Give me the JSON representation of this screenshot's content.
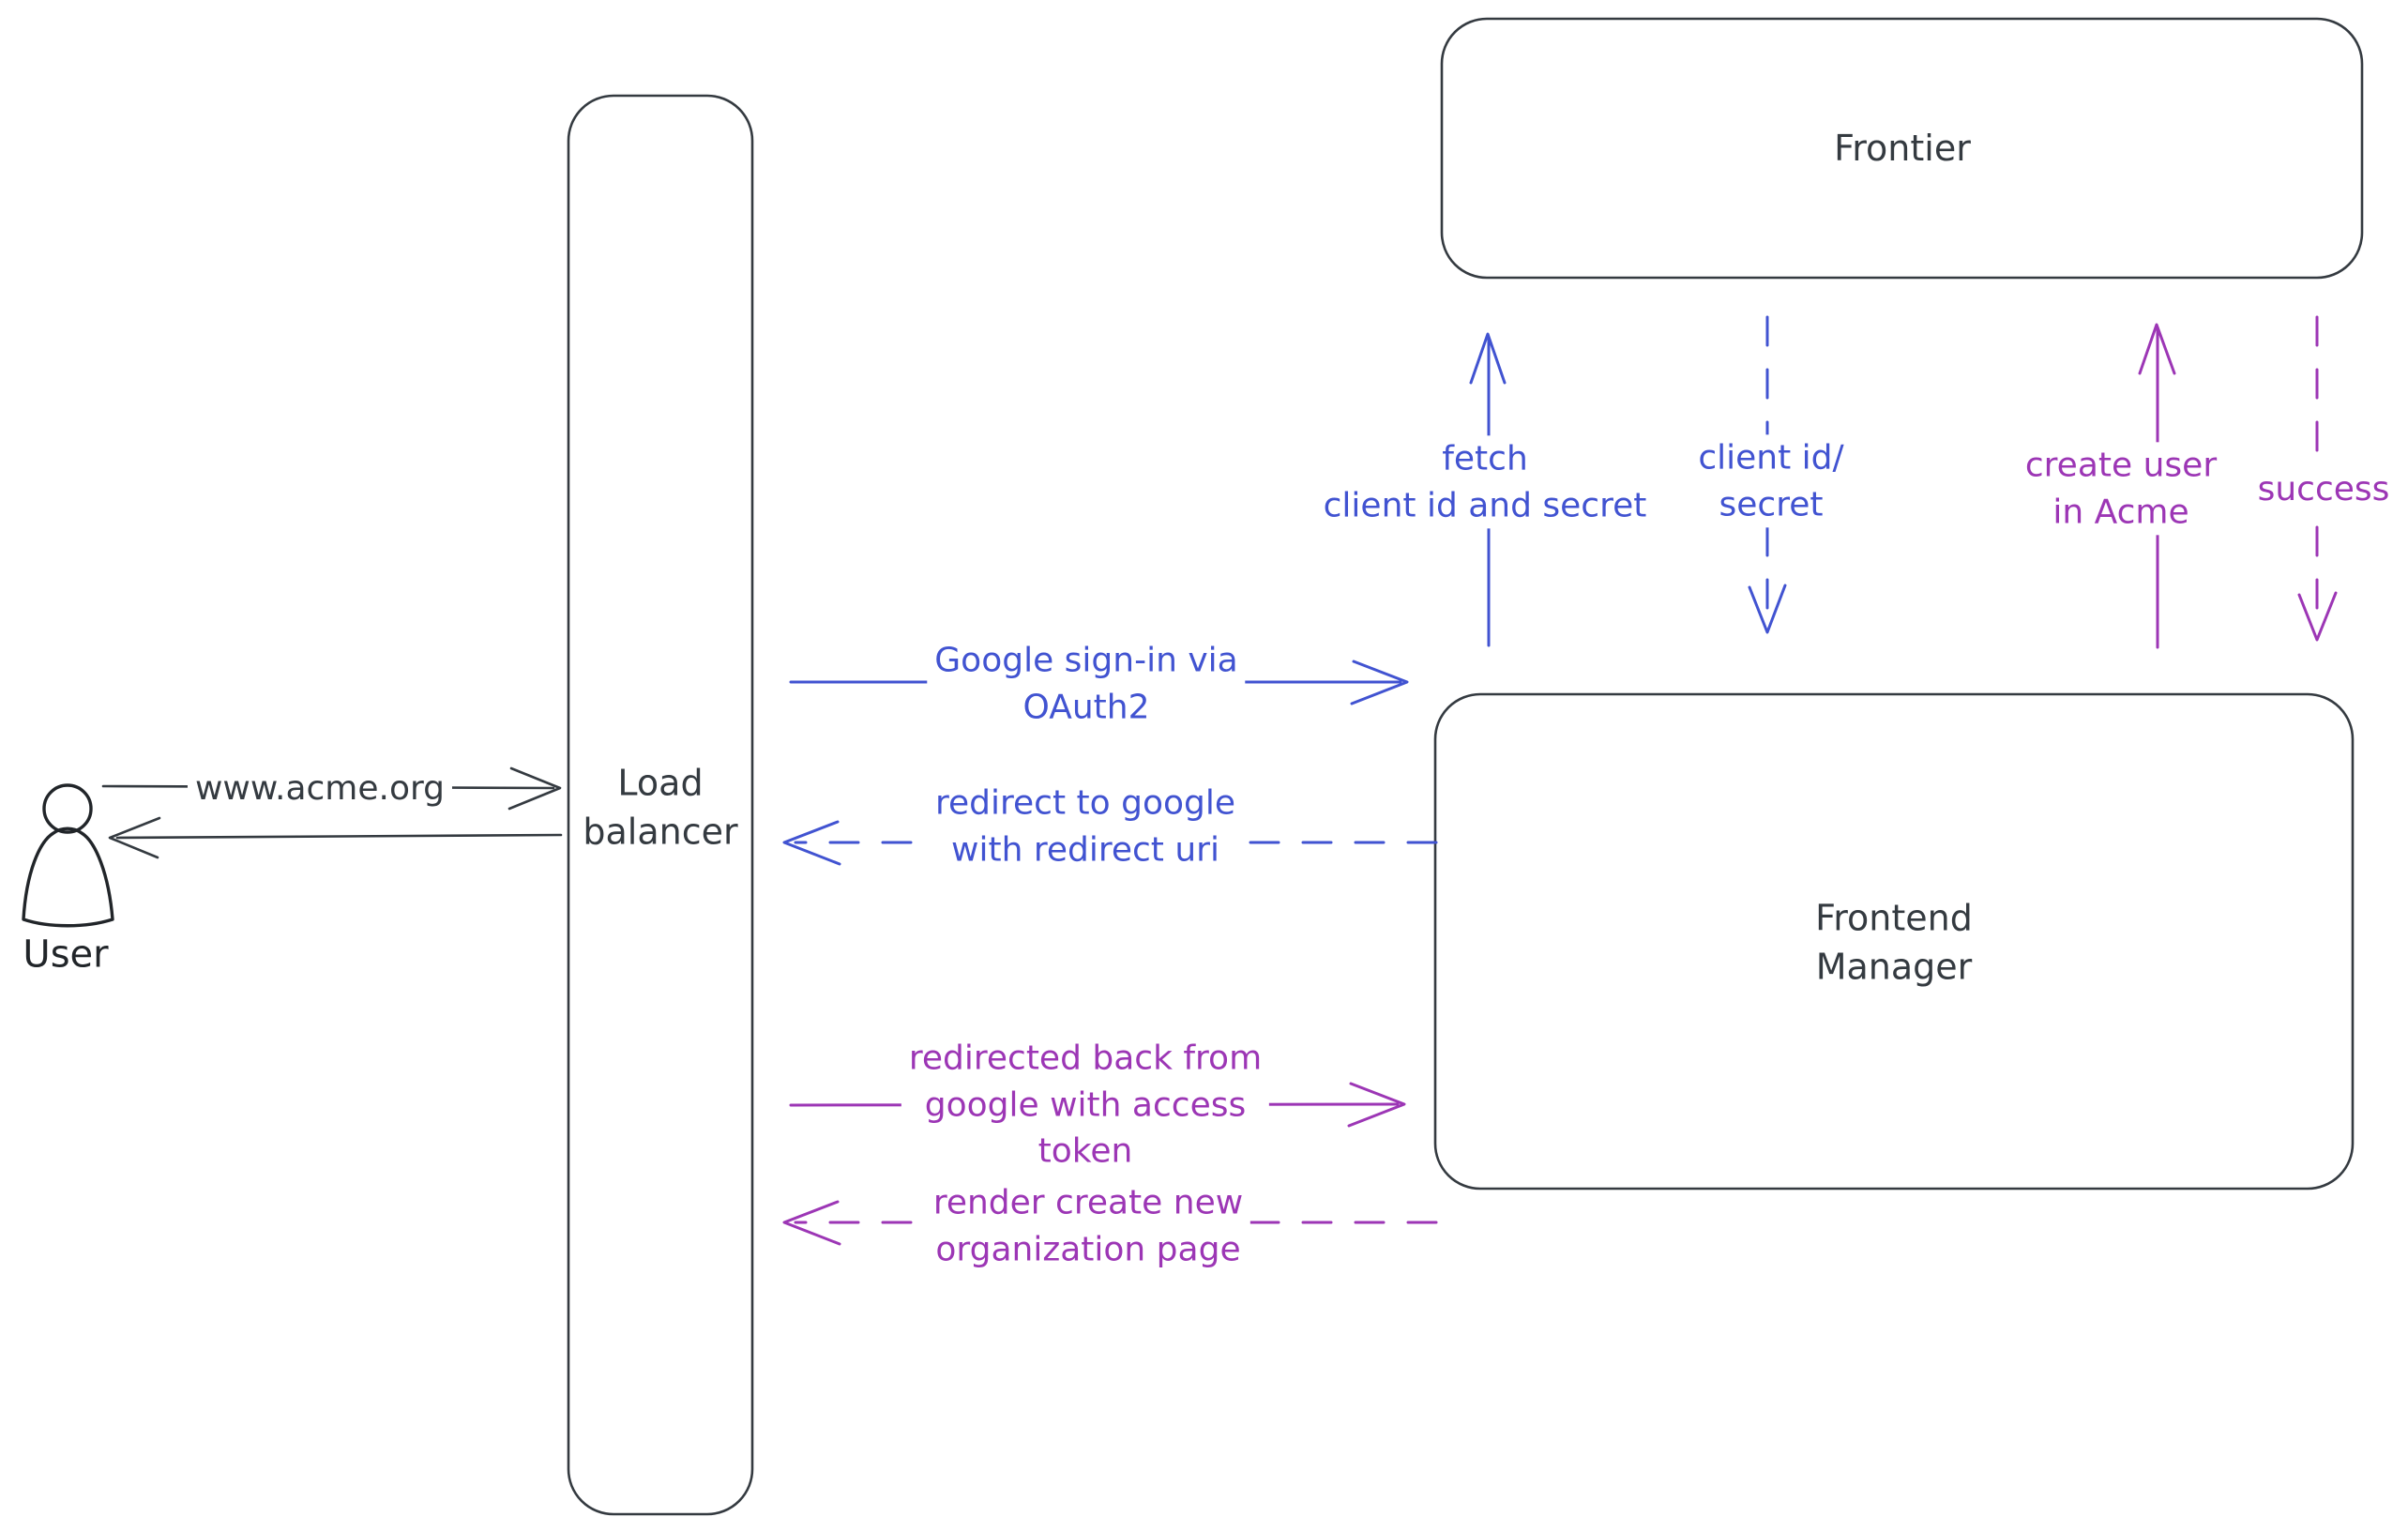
{
  "colors": {
    "dark": "#343a40",
    "ink": "#212529",
    "blue": "#4153d1",
    "purple": "#9c36b5",
    "hatch": "#c9d3de",
    "bg": "#ffffff"
  },
  "actors": {
    "user": {
      "label": "User"
    }
  },
  "nodes": {
    "load_balancer": {
      "line1": "Load",
      "line2": "balancer"
    },
    "frontier": {
      "label": "Frontier"
    },
    "frontend_manager": {
      "line1": "Frontend",
      "line2": "Manager"
    }
  },
  "flows": {
    "www_acme": {
      "label": "www.acme.org"
    },
    "google_signin": {
      "line1": "Google sign-in via",
      "line2": "OAuth2"
    },
    "redirect_google": {
      "line1": "redirect to google",
      "line2": "with redirect uri"
    },
    "redirected_back": {
      "line1": "redirected back from",
      "line2": "google with access",
      "line3": "token"
    },
    "render_org": {
      "line1": "render create new",
      "line2": "organization page"
    },
    "fetch_client": {
      "line1": "fetch",
      "line2": "client id and secret"
    },
    "client_id_secret": {
      "line1": "client id/",
      "line2": "secret"
    },
    "create_user": {
      "line1": "create user",
      "line2": "in Acme"
    },
    "success": {
      "label": "success"
    }
  }
}
